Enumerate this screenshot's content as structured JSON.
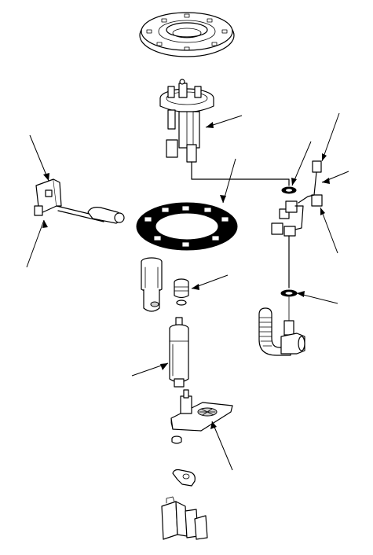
{
  "figure": {
    "background": "#ffffff",
    "line_color": "#000000",
    "style": "exploded-view line drawing",
    "parts": [
      "top-flange-ring",
      "fuel-pump-unit-top",
      "gasket-ring",
      "fuel-filter",
      "small-bushing",
      "fuel-pump-motor",
      "strainer-base",
      "clip",
      "retainer",
      "connector",
      "fuel-gauge-sender",
      "wire-harness",
      "o-ring-upper",
      "o-ring-lower",
      "fuel-hose"
    ]
  }
}
